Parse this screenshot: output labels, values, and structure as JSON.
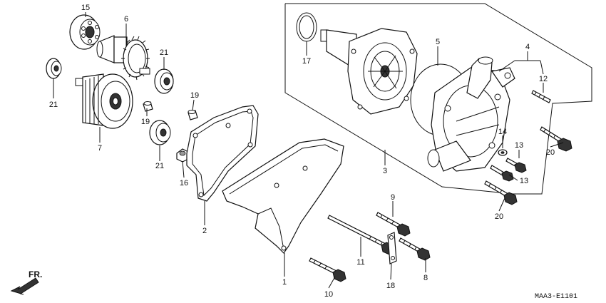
{
  "diagram": {
    "callouts": [
      {
        "id": "c15",
        "text": "15"
      },
      {
        "id": "c6",
        "text": "6"
      },
      {
        "id": "c21a",
        "text": "21"
      },
      {
        "id": "c21b",
        "text": "21"
      },
      {
        "id": "c21c",
        "text": "21"
      },
      {
        "id": "c7",
        "text": "7"
      },
      {
        "id": "c19a",
        "text": "19"
      },
      {
        "id": "c19b",
        "text": "19"
      },
      {
        "id": "c16",
        "text": "16"
      },
      {
        "id": "c2",
        "text": "2"
      },
      {
        "id": "c17",
        "text": "17"
      },
      {
        "id": "c5",
        "text": "5"
      },
      {
        "id": "c4",
        "text": "4"
      },
      {
        "id": "c12",
        "text": "12"
      },
      {
        "id": "c3",
        "text": "3"
      },
      {
        "id": "c14",
        "text": "14"
      },
      {
        "id": "c13a",
        "text": "13"
      },
      {
        "id": "c13b",
        "text": "13"
      },
      {
        "id": "c20a",
        "text": "20"
      },
      {
        "id": "c20b",
        "text": "20"
      },
      {
        "id": "c9",
        "text": "9"
      },
      {
        "id": "c11",
        "text": "11"
      },
      {
        "id": "c8",
        "text": "8"
      },
      {
        "id": "c18",
        "text": "18"
      },
      {
        "id": "c1",
        "text": "1"
      },
      {
        "id": "c10",
        "text": "10"
      }
    ],
    "direction_label": "FR.",
    "drawing_code": "MAA3-E1101"
  }
}
